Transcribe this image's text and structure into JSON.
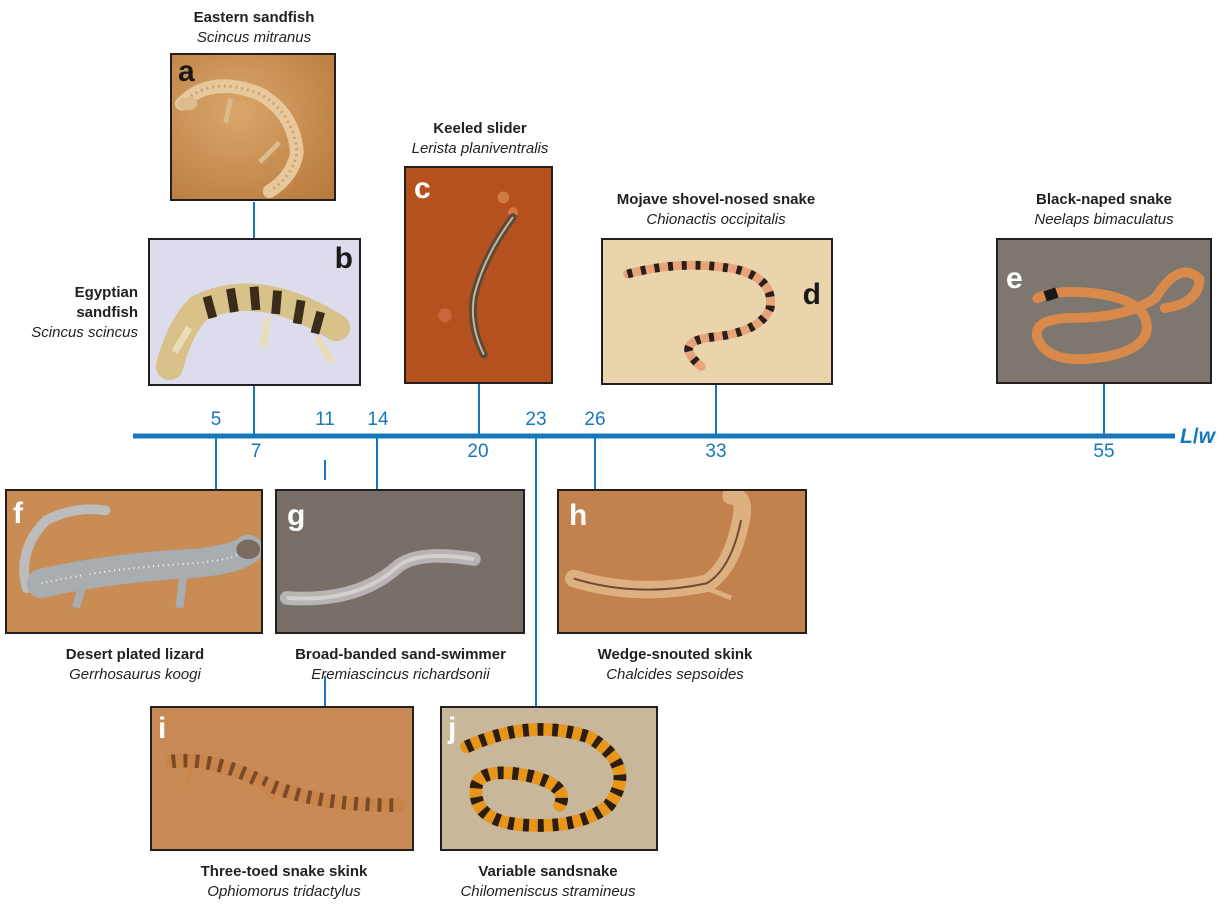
{
  "axis": {
    "label_L": "L",
    "label_slash": "/",
    "label_w": "w",
    "ticks_above": [
      "5",
      "11",
      "14",
      "23",
      "26"
    ],
    "ticks_below": [
      "7",
      "20",
      "33",
      "55"
    ],
    "color": "#1777bb"
  },
  "panels": {
    "a": {
      "letter": "a",
      "common": "Eastern sandfish",
      "scientific": "Scincus mitranus",
      "lw": 7
    },
    "b": {
      "letter": "b",
      "common_line1": "Egyptian",
      "common_line2": "sandfish",
      "scientific": "Scincus scincus",
      "lw": 7
    },
    "c": {
      "letter": "c",
      "common": "Keeled slider",
      "scientific": "Lerista planiventralis",
      "lw": 20
    },
    "d": {
      "letter": "d",
      "common": "Mojave shovel-nosed snake",
      "scientific": "Chionactis occipitalis",
      "lw": 33
    },
    "e": {
      "letter": "e",
      "common": "Black-naped snake",
      "scientific": "Neelaps bimaculatus",
      "lw": 55
    },
    "f": {
      "letter": "f",
      "common": "Desert plated lizard",
      "scientific": "Gerrhosaurus koogi",
      "lw": 5
    },
    "g": {
      "letter": "g",
      "common": "Broad-banded sand-swimmer",
      "scientific": "Eremiascincus richardsonii",
      "lw": 14
    },
    "h": {
      "letter": "h",
      "common": "Wedge-snouted skink",
      "scientific": "Chalcides sepsoides",
      "lw": 26
    },
    "i": {
      "letter": "i",
      "common": "Three-toed snake skink",
      "scientific": "Ophiomorus tridactylus",
      "lw": 11
    },
    "j": {
      "letter": "j",
      "common": "Variable sandsnake",
      "scientific": "Chilomeniscus stramineus",
      "lw": 23
    }
  }
}
